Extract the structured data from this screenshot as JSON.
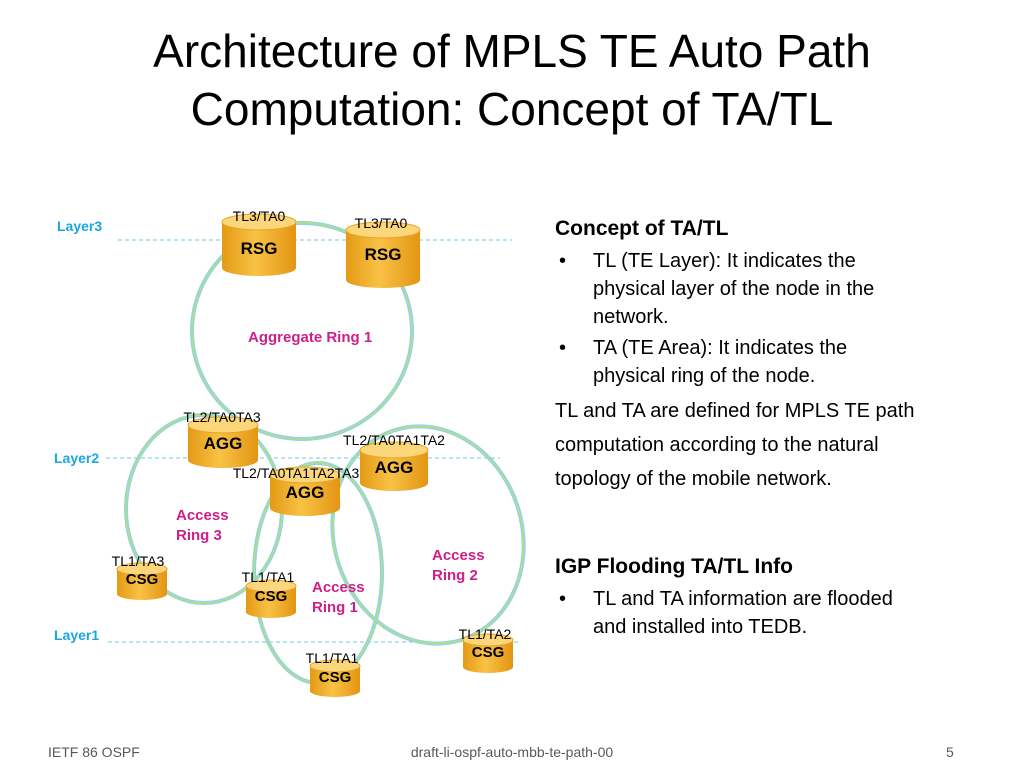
{
  "slide": {
    "title_line1": "Architecture of MPLS TE Auto Path",
    "title_line2": "Computation: Concept of TA/TL"
  },
  "diagram": {
    "layers": [
      "Layer3",
      "Layer2",
      "Layer1"
    ],
    "nodes": [
      {
        "tag": "TL3/TA0",
        "name": "RSG"
      },
      {
        "tag": "TL3/TA0",
        "name": "RSG"
      },
      {
        "tag": "TL2/TA0TA3",
        "name": "AGG"
      },
      {
        "tag": "TL2/TA0TA1TA2",
        "name": "AGG"
      },
      {
        "tag": "TL2/TA0TA1TA2TA3",
        "name": "AGG"
      },
      {
        "tag": "TL1/TA3",
        "name": "CSG"
      },
      {
        "tag": "TL1/TA1",
        "name": "CSG"
      },
      {
        "tag": "TL1/TA2",
        "name": "CSG"
      },
      {
        "tag": "TL1/TA1",
        "name": "CSG"
      }
    ],
    "rings": {
      "aggregate": "Aggregate Ring 1",
      "access3": [
        "Access",
        "Ring 3"
      ],
      "access2": [
        "Access",
        "Ring 2"
      ],
      "access1": [
        "Access",
        "Ring 1"
      ]
    }
  },
  "content": {
    "section1_heading": "Concept of TA/TL",
    "section1_bullets": [
      {
        "bullet": "•",
        "line1": "TL (TE Layer): It indicates the",
        "line2": "physical layer of the node in the",
        "line3": "network."
      },
      {
        "bullet": "•",
        "line1": "TA (TE Area): It indicates the",
        "line2": "physical ring of the node."
      }
    ],
    "section1_para": [
      "TL and TA are defined for MPLS TE path",
      "computation according to the natural",
      "topology of the mobile network."
    ],
    "section2_heading": "IGP Flooding TA/TL Info",
    "section2_bullets": [
      {
        "bullet": "•",
        "line1": "TL and TA information are flooded",
        "line2": "and installed into TEDB."
      }
    ]
  },
  "footer": {
    "left": "IETF 86 OSPF",
    "center": "draft-li-ospf-auto-mbb-te-path-00",
    "page": "5"
  },
  "colors": {
    "cylinder_body": "#f5b52d",
    "cylinder_top": "#fbd67a",
    "layer_label": "#1aa7e0",
    "ring_label": "#cc1f8a",
    "ring_line_outer": "#8fd3e8",
    "ring_line_inner": "#b8df7a"
  }
}
